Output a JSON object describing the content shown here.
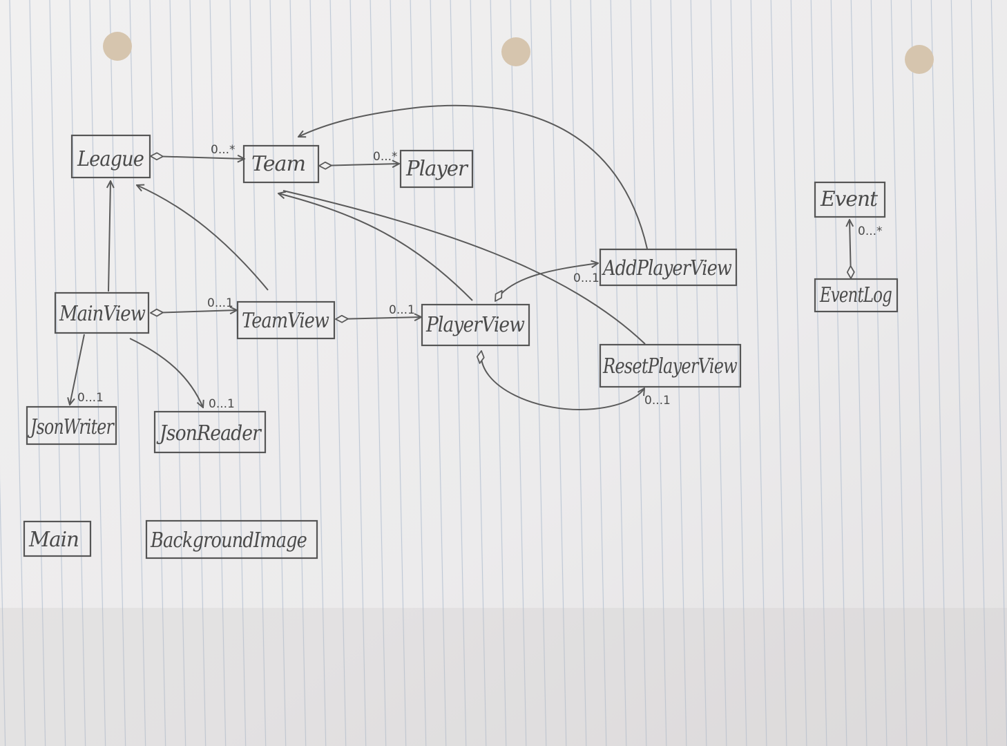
{
  "diagram": {
    "classes": {
      "league": "League",
      "team": "Team",
      "player": "Player",
      "event": "Event",
      "eventlog": "EventLog",
      "addplayerview": "AddPlayerView",
      "mainview": "MainView",
      "teamview": "TeamView",
      "playerview": "PlayerView",
      "resetplayerview": "ResetPlayerView",
      "jsonwriter": "JsonWriter",
      "jsonreader": "JsonReader",
      "main": "Main",
      "backgroundimage": "BackgroundImage"
    },
    "multiplicities": {
      "league_team": "0...*",
      "team_player": "0...*",
      "eventlog_event": "0...*",
      "playerview_addplayerview": "0...1",
      "mainview_teamview": "0...1",
      "teamview_playerview": "0...1",
      "playerview_resetplayerview": "0...1",
      "mainview_jsonwriter": "0...1",
      "mainview_jsonreader": "0...1"
    }
  }
}
